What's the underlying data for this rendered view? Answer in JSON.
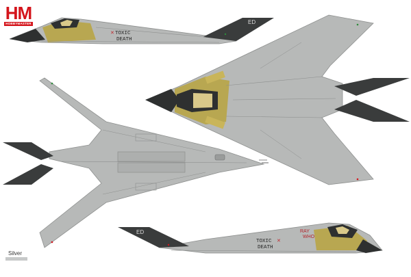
{
  "brand": {
    "logo_text": "HM",
    "logo_sub": "HOBBYMASTER"
  },
  "colors": {
    "panel_gray": "#b7b9b8",
    "panel_line": "#8d8f8e",
    "tail_dark": "#3a3c3c",
    "nose_dark": "#2e3030",
    "gold_tint": "#b9a33e",
    "brand_red": "#d4141b",
    "swatch_silver": "#c7c9c9"
  },
  "markings": {
    "tail_code": "ED",
    "nose_art_line1": "TOXIC",
    "nose_art_line2": "DEATH",
    "pilot_name_line1": "RAY",
    "pilot_name_line2": "WHO"
  },
  "legend": {
    "swatch_label": "Silver"
  }
}
